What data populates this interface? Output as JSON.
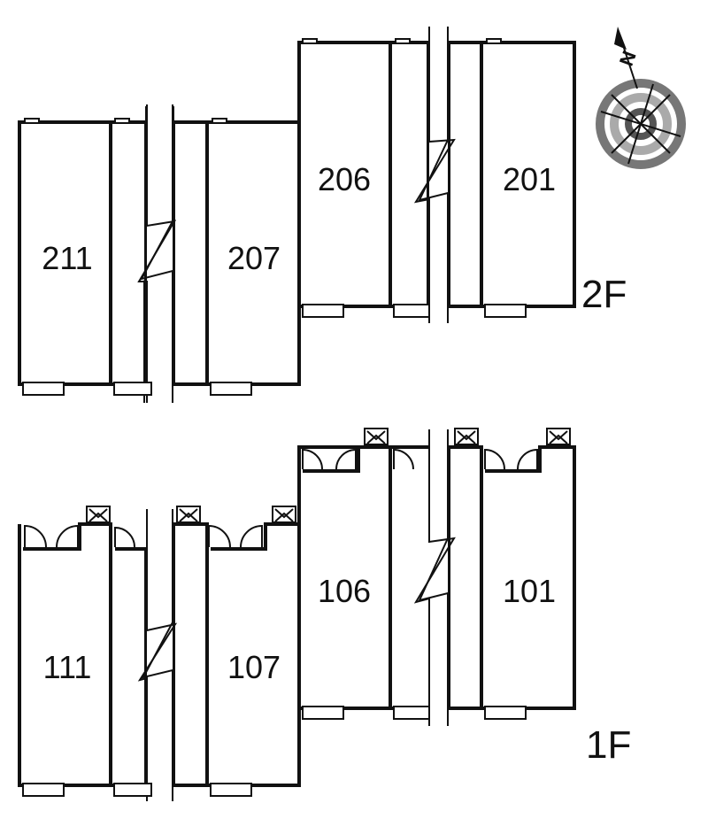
{
  "compass": {
    "north_label": "N",
    "icon": "compass-rose-icon"
  },
  "floors": [
    {
      "label": "2F",
      "units": [
        {
          "number": "211"
        },
        {
          "number": "207"
        },
        {
          "number": "206"
        },
        {
          "number": "201"
        }
      ]
    },
    {
      "label": "1F",
      "units": [
        {
          "number": "111"
        },
        {
          "number": "107"
        },
        {
          "number": "106"
        },
        {
          "number": "101"
        }
      ]
    }
  ]
}
